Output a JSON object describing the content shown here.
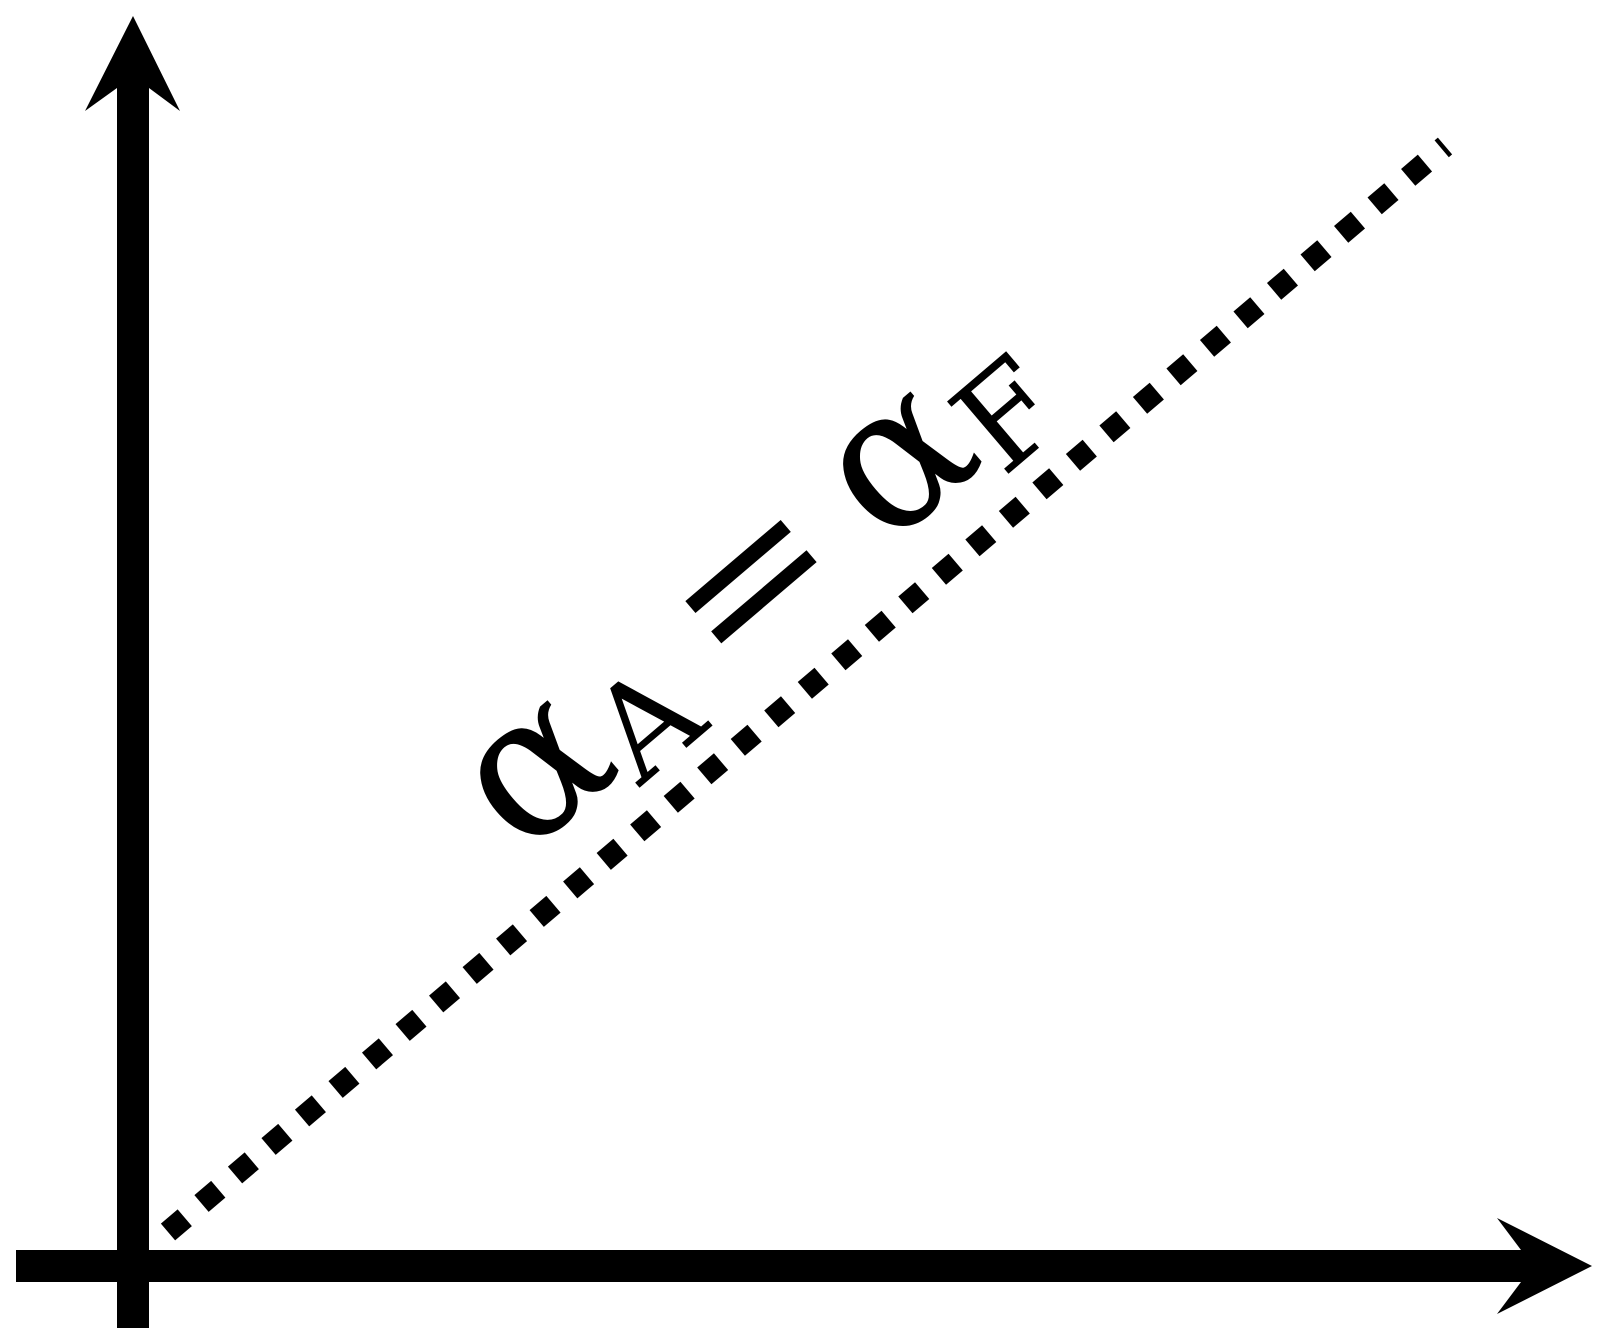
{
  "diagram": {
    "equation": {
      "alpha": "α",
      "sub_left": "A",
      "equals": "=",
      "sub_right": "F"
    },
    "colors": {
      "stroke": "#000000",
      "background": "#ffffff"
    }
  }
}
